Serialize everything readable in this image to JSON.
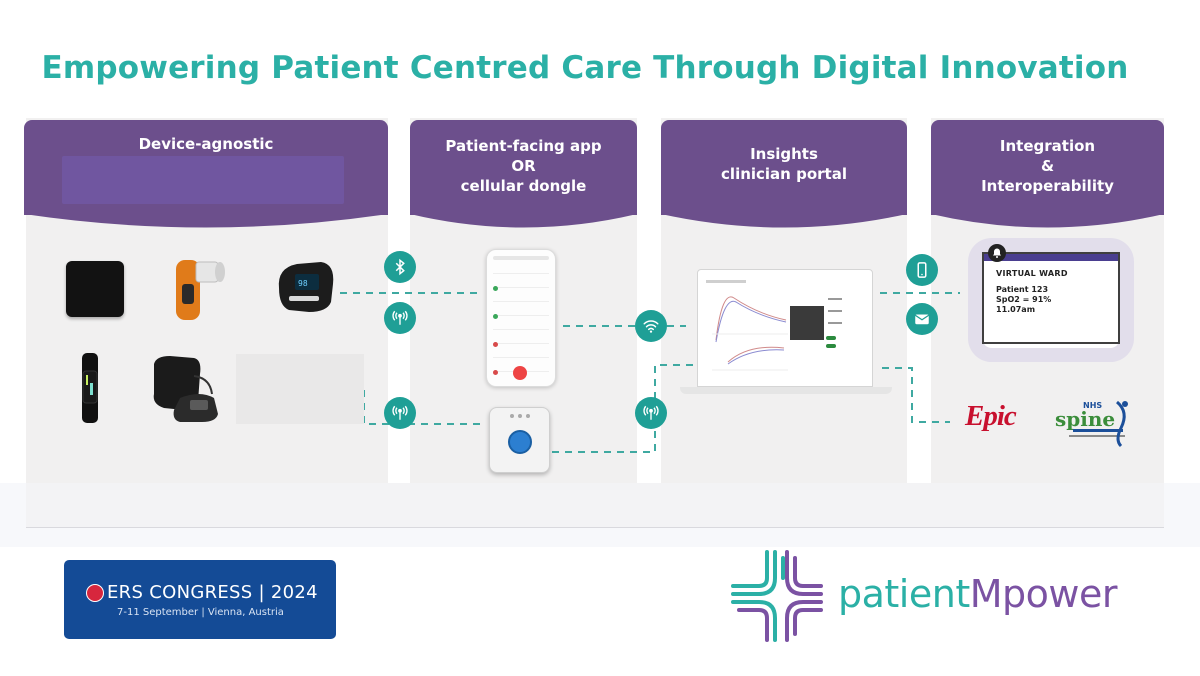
{
  "title": "Empowering Patient Centred Care Through Digital Innovation",
  "columns": [
    {
      "label": "Device-agnostic"
    },
    {
      "label": "Patient-facing app\nOR\ncellular dongle"
    },
    {
      "label": "Insights\nclinician portal"
    },
    {
      "label": "Integration\n&\nInteroperability"
    }
  ],
  "connection_icons": [
    "bluetooth-icon",
    "cellular-signal-icon",
    "wifi-icon",
    "smartphone-icon",
    "email-icon"
  ],
  "virtual_ward": {
    "header": "VIRTUAL WARD",
    "body": "Patient 123\nSpO2 = 91%\n11.07am"
  },
  "integrations": {
    "epic_label": "Epic",
    "spine_logo": "NHS spine solutions"
  },
  "ers": {
    "title": "ERS CONGRESS | 2024",
    "subtitle": "7-11 September | Vienna, Austria"
  },
  "brand": {
    "part1": "patient",
    "part2": "Mpower",
    "colors": {
      "teal": "#2bb0a6",
      "purple": "#6c4f8c",
      "word_purple": "#7b52a3",
      "ers_blue": "#144b96"
    }
  }
}
